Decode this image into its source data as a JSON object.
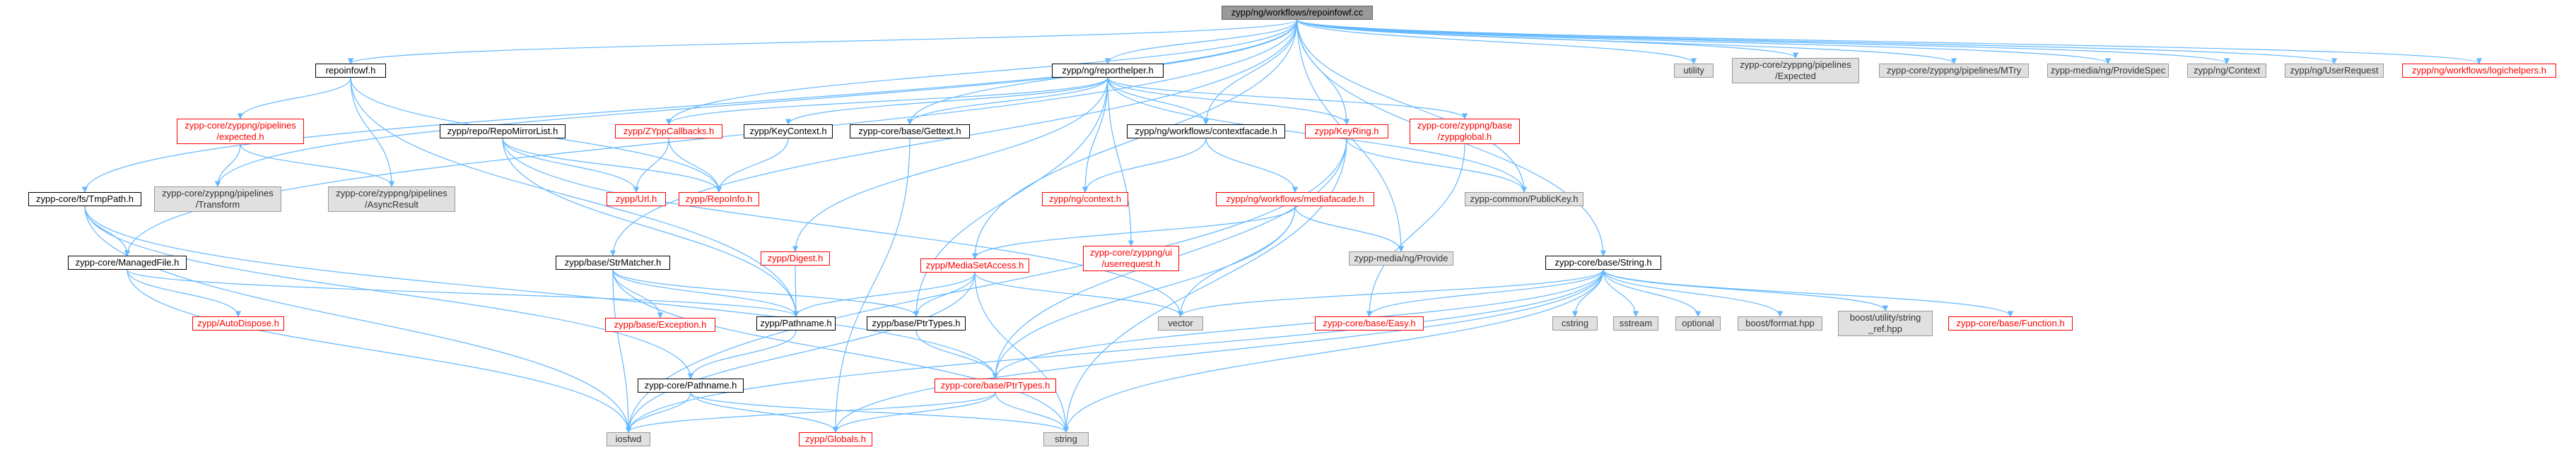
{
  "colors": {
    "edge": "#63b8ff",
    "normal_border": "#000000",
    "missing_border": "#ff0000",
    "external_fill": "#e0e0e0",
    "main_fill": "#999999"
  },
  "nodes": [
    {
      "id": "main",
      "label": "zypp/ng/workflows/repoinfowf.cc",
      "kind": "main"
    },
    {
      "id": "repoinfowf_h",
      "label": "repoinfowf.h",
      "kind": "normal"
    },
    {
      "id": "reporthelper_h",
      "label": "zypp/ng/reporthelper.h",
      "kind": "normal"
    },
    {
      "id": "utility",
      "label": "utility",
      "kind": "external"
    },
    {
      "id": "expected_ext",
      "label": "zypp-core/zyppng/pipelines\n/Expected",
      "kind": "external"
    },
    {
      "id": "mtry",
      "label": "zypp-core/zyppng/pipelines/MTry",
      "kind": "external"
    },
    {
      "id": "providespec",
      "label": "zypp-media/ng/ProvideSpec",
      "kind": "external"
    },
    {
      "id": "context_ext",
      "label": "zypp/ng/Context",
      "kind": "external"
    },
    {
      "id": "userrequest_ext",
      "label": "zypp/ng/UserRequest",
      "kind": "external"
    },
    {
      "id": "logichelpers",
      "label": "zypp/ng/workflows/logichelpers.h",
      "kind": "missing"
    },
    {
      "id": "expected_h",
      "label": "zypp-core/zyppng/pipelines\n/expected.h",
      "kind": "missing"
    },
    {
      "id": "repomirrorlist",
      "label": "zypp/repo/RepoMirrorList.h",
      "kind": "normal"
    },
    {
      "id": "zyppcallbacks",
      "label": "zypp/ZYppCallbacks.h",
      "kind": "missing"
    },
    {
      "id": "keycontext",
      "label": "zypp/KeyContext.h",
      "kind": "normal"
    },
    {
      "id": "gettext",
      "label": "zypp-core/base/Gettext.h",
      "kind": "normal"
    },
    {
      "id": "contextfacade",
      "label": "zypp/ng/workflows/contextfacade.h",
      "kind": "normal"
    },
    {
      "id": "keyring",
      "label": "zypp/KeyRing.h",
      "kind": "missing"
    },
    {
      "id": "zyppglobal",
      "label": "zypp-core/zyppng/base\n/zyppglobal.h",
      "kind": "missing"
    },
    {
      "id": "transform",
      "label": "zypp-core/zyppng/pipelines\n/Transform",
      "kind": "external"
    },
    {
      "id": "asyncresult",
      "label": "zypp-core/zyppng/pipelines\n/AsyncResult",
      "kind": "external"
    },
    {
      "id": "url_h",
      "label": "zypp/Url.h",
      "kind": "missing"
    },
    {
      "id": "repoinfo_h",
      "label": "zypp/RepoInfo.h",
      "kind": "missing"
    },
    {
      "id": "ngcontext",
      "label": "zypp/ng/context.h",
      "kind": "missing"
    },
    {
      "id": "mediafacade",
      "label": "zypp/ng/workflows/mediafacade.h",
      "kind": "missing"
    },
    {
      "id": "publickey",
      "label": "zypp-common/PublicKey.h",
      "kind": "external"
    },
    {
      "id": "tmppath",
      "label": "zypp-core/fs/TmpPath.h",
      "kind": "normal"
    },
    {
      "id": "userrequest_h",
      "label": "zypp-core/zyppng/ui\n/userrequest.h",
      "kind": "missing"
    },
    {
      "id": "provide",
      "label": "zypp-media/ng/Provide",
      "kind": "external"
    },
    {
      "id": "managedfile",
      "label": "zypp-core/ManagedFile.h",
      "kind": "normal"
    },
    {
      "id": "strmatcher",
      "label": "zypp/base/StrMatcher.h",
      "kind": "normal"
    },
    {
      "id": "digest",
      "label": "zypp/Digest.h",
      "kind": "missing"
    },
    {
      "id": "mediasetaccess",
      "label": "zypp/MediaSetAccess.h",
      "kind": "missing"
    },
    {
      "id": "string_h",
      "label": "zypp-core/base/String.h",
      "kind": "normal"
    },
    {
      "id": "autodispose",
      "label": "zypp/AutoDispose.h",
      "kind": "missing"
    },
    {
      "id": "exception",
      "label": "zypp/base/Exception.h",
      "kind": "missing"
    },
    {
      "id": "zypp_pathname",
      "label": "zypp/Pathname.h",
      "kind": "normal"
    },
    {
      "id": "base_ptrtypes",
      "label": "zypp/base/PtrTypes.h",
      "kind": "normal"
    },
    {
      "id": "vector",
      "label": "vector",
      "kind": "external"
    },
    {
      "id": "easy",
      "label": "zypp-core/base/Easy.h",
      "kind": "missing"
    },
    {
      "id": "cstring",
      "label": "cstring",
      "kind": "external"
    },
    {
      "id": "sstream",
      "label": "sstream",
      "kind": "external"
    },
    {
      "id": "optional",
      "label": "optional",
      "kind": "external"
    },
    {
      "id": "boostformat",
      "label": "boost/format.hpp",
      "kind": "external"
    },
    {
      "id": "boostref",
      "label": "boost/utility/string\n_ref.hpp",
      "kind": "external"
    },
    {
      "id": "function_h",
      "label": "zypp-core/base/Function.h",
      "kind": "missing"
    },
    {
      "id": "core_pathname",
      "label": "zypp-core/Pathname.h",
      "kind": "normal"
    },
    {
      "id": "core_ptrtypes",
      "label": "zypp-core/base/PtrTypes.h",
      "kind": "missing"
    },
    {
      "id": "iosfwd",
      "label": "iosfwd",
      "kind": "external"
    },
    {
      "id": "globals",
      "label": "zypp/Globals.h",
      "kind": "missing"
    },
    {
      "id": "string_std",
      "label": "string",
      "kind": "external"
    }
  ],
  "edges": [
    [
      "main",
      "repoinfowf_h"
    ],
    [
      "main",
      "reporthelper_h"
    ],
    [
      "main",
      "utility"
    ],
    [
      "main",
      "expected_ext"
    ],
    [
      "main",
      "mtry"
    ],
    [
      "main",
      "providespec"
    ],
    [
      "main",
      "context_ext"
    ],
    [
      "main",
      "userrequest_ext"
    ],
    [
      "main",
      "logichelpers"
    ],
    [
      "main",
      "zyppcallbacks"
    ],
    [
      "main",
      "gettext"
    ],
    [
      "main",
      "contextfacade"
    ],
    [
      "main",
      "keyring"
    ],
    [
      "main",
      "publickey"
    ],
    [
      "main",
      "mediasetaccess"
    ],
    [
      "main",
      "string_h"
    ],
    [
      "main",
      "tmppath"
    ],
    [
      "main",
      "managedfile"
    ],
    [
      "main",
      "strmatcher"
    ],
    [
      "main",
      "provide"
    ],
    [
      "main",
      "transform"
    ],
    [
      "repoinfowf_h",
      "expected_h"
    ],
    [
      "repoinfowf_h",
      "asyncresult"
    ],
    [
      "repoinfowf_h",
      "repoinfo_h"
    ],
    [
      "repoinfowf_h",
      "zypp_pathname"
    ],
    [
      "expected_h",
      "transform"
    ],
    [
      "expected_h",
      "asyncresult"
    ],
    [
      "reporthelper_h",
      "zyppcallbacks"
    ],
    [
      "reporthelper_h",
      "keycontext"
    ],
    [
      "reporthelper_h",
      "gettext"
    ],
    [
      "reporthelper_h",
      "contextfacade"
    ],
    [
      "reporthelper_h",
      "keyring"
    ],
    [
      "reporthelper_h",
      "zyppglobal"
    ],
    [
      "reporthelper_h",
      "ngcontext"
    ],
    [
      "reporthelper_h",
      "userrequest_h"
    ],
    [
      "reporthelper_h",
      "digest"
    ],
    [
      "reporthelper_h",
      "publickey"
    ],
    [
      "reporthelper_h",
      "base_ptrtypes"
    ],
    [
      "repomirrorlist",
      "url_h"
    ],
    [
      "repomirrorlist",
      "repoinfo_h"
    ],
    [
      "repomirrorlist",
      "zypp_pathname"
    ],
    [
      "repomirrorlist",
      "vector"
    ],
    [
      "zyppcallbacks",
      "url_h"
    ],
    [
      "zyppcallbacks",
      "repoinfo_h"
    ],
    [
      "keycontext",
      "repoinfo_h"
    ],
    [
      "gettext",
      "globals"
    ],
    [
      "contextfacade",
      "ngcontext"
    ],
    [
      "contextfacade",
      "mediafacade"
    ],
    [
      "keyring",
      "publickey"
    ],
    [
      "keyring",
      "string_std"
    ],
    [
      "keyring",
      "iosfwd"
    ],
    [
      "keyring",
      "core_ptrtypes"
    ],
    [
      "zyppglobal",
      "easy"
    ],
    [
      "mediafacade",
      "mediasetaccess"
    ],
    [
      "mediafacade",
      "provide"
    ],
    [
      "mediafacade",
      "vector"
    ],
    [
      "mediafacade",
      "core_ptrtypes"
    ],
    [
      "tmppath",
      "managedfile"
    ],
    [
      "tmppath",
      "core_pathname"
    ],
    [
      "tmppath",
      "iosfwd"
    ],
    [
      "tmppath",
      "core_ptrtypes"
    ],
    [
      "managedfile",
      "autodispose"
    ],
    [
      "managedfile",
      "zypp_pathname"
    ],
    [
      "managedfile",
      "iosfwd"
    ],
    [
      "strmatcher",
      "exception"
    ],
    [
      "strmatcher",
      "zypp_pathname"
    ],
    [
      "strmatcher",
      "iosfwd"
    ],
    [
      "strmatcher",
      "base_ptrtypes"
    ],
    [
      "strmatcher",
      "string_std"
    ],
    [
      "digest",
      "zypp_pathname"
    ],
    [
      "mediasetaccess",
      "zypp_pathname"
    ],
    [
      "mediasetaccess",
      "base_ptrtypes"
    ],
    [
      "mediasetaccess",
      "vector"
    ],
    [
      "mediasetaccess",
      "iosfwd"
    ],
    [
      "mediasetaccess",
      "string_std"
    ],
    [
      "string_h",
      "vector"
    ],
    [
      "string_h",
      "easy"
    ],
    [
      "string_h",
      "cstring"
    ],
    [
      "string_h",
      "sstream"
    ],
    [
      "string_h",
      "optional"
    ],
    [
      "string_h",
      "boostformat"
    ],
    [
      "string_h",
      "boostref"
    ],
    [
      "string_h",
      "function_h"
    ],
    [
      "string_h",
      "core_ptrtypes"
    ],
    [
      "string_h",
      "iosfwd"
    ],
    [
      "string_h",
      "string_std"
    ],
    [
      "string_h",
      "globals"
    ],
    [
      "zypp_pathname",
      "core_pathname"
    ],
    [
      "base_ptrtypes",
      "core_ptrtypes"
    ],
    [
      "core_pathname",
      "iosfwd"
    ],
    [
      "core_pathname",
      "string_std"
    ],
    [
      "core_pathname",
      "globals"
    ],
    [
      "core_ptrtypes",
      "iosfwd"
    ],
    [
      "core_ptrtypes",
      "globals"
    ],
    [
      "core_ptrtypes",
      "string_std"
    ]
  ]
}
